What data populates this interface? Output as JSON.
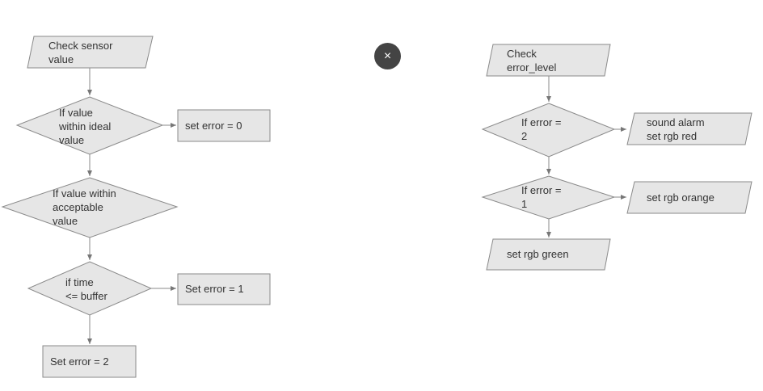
{
  "style": {
    "fill": "#e6e6e6",
    "stroke": "#8a8a8a",
    "text": "#333333",
    "close_bg": "#444444"
  },
  "close_button": {
    "icon": "close-icon",
    "label": "×"
  },
  "left_flow": {
    "start": "Check sensor\nvalue",
    "decision_ideal": "If value\nwithin ideal\nvalue",
    "action_ideal": "set error = 0",
    "decision_acceptable": "If value within\nacceptable\nvalue",
    "decision_time": "if time\n<= buffer",
    "action_time": "Set error = 1",
    "end": "Set error = 2"
  },
  "right_flow": {
    "start": "Check\nerror_level",
    "decision_error2": "If error =\n2",
    "action_error2": "sound alarm\nset rgb red",
    "decision_error1": "If error =\n1",
    "action_error1": "set rgb orange",
    "end": "set rgb green"
  }
}
